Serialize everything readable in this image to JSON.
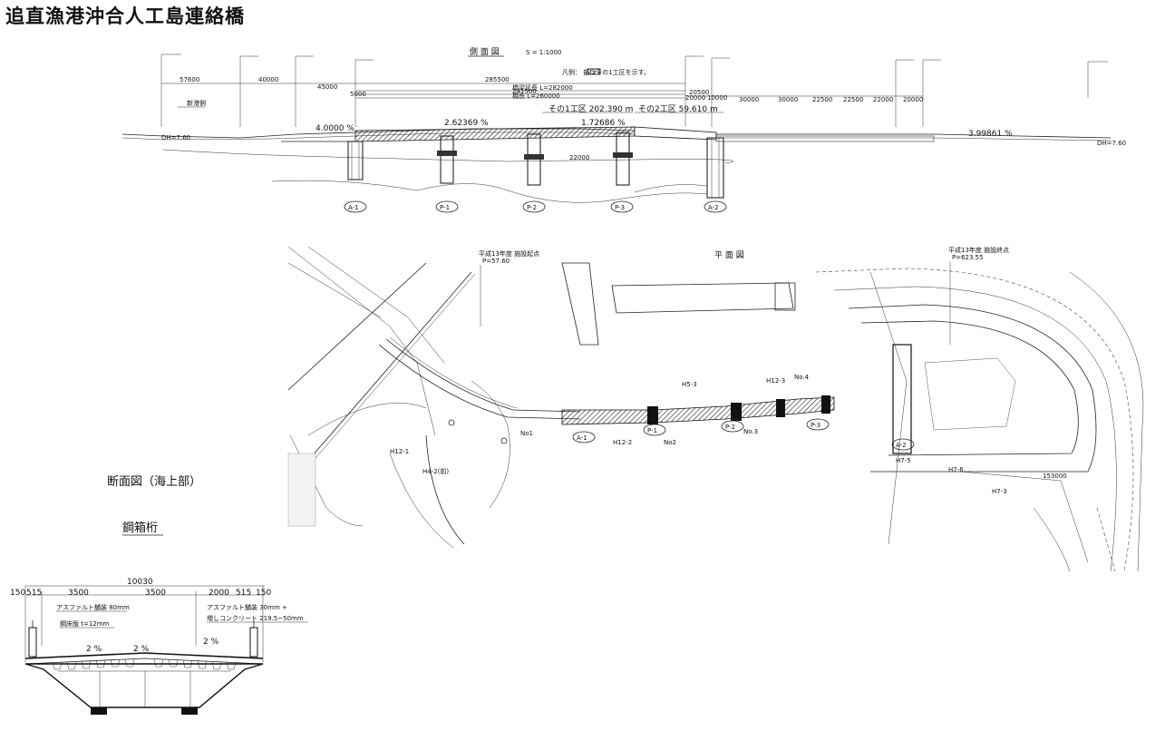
{
  "title": "追直漁港沖合人工島連絡橋",
  "side_view": {
    "heading": "側 面 図",
    "scale": "S = 1:1000",
    "legend": "凡例： 部はその1工区を示す。",
    "dims_top": [
      "57600",
      "40000",
      "45000",
      "285500",
      "20500",
      "30000",
      "30000",
      "22500",
      "22500",
      "22000",
      "20000"
    ],
    "dims_second": [
      "5000",
      "橋梁延長 L=282000",
      "241500",
      "橋長 L=260000",
      "20000",
      "10000"
    ],
    "section_1": "その1工区 202.390 m",
    "section_2": "その2工区 59.610 m",
    "grades": [
      "4.0000 %",
      "2.62369 %",
      "1.72686 %",
      "3.99861 %"
    ],
    "left_label": "新港側",
    "dh_left": "DH=7.60",
    "dh_right": "DH=7.60",
    "span_label": "22000",
    "piers": [
      "A-1",
      "P-1",
      "P-2",
      "P-3",
      "A-2"
    ]
  },
  "plan_view": {
    "heading": "平 面 図",
    "pier_labels": [
      "A-1",
      "P-1",
      "P-2",
      "P-3",
      "A-2"
    ],
    "start_point": "平成13年度 施設起点",
    "end_point": "平成13年度 施設終点",
    "start_sp": "P=57.60",
    "end_sp": "P=623.55",
    "boreholes": [
      "H12-1",
      "H4-2(前)",
      "No1",
      "H12-2",
      "No2",
      "H5-3",
      "No.3",
      "H12-3",
      "No.4",
      "H7-5",
      "H7-6",
      "H7-3"
    ],
    "section_note": "153000"
  },
  "section_view": {
    "heading": "断面図（海上部）",
    "subheading": "鋼箱桁",
    "total_width": "10030",
    "dims": [
      "150",
      "515",
      "3500",
      "3500",
      "2000",
      "515",
      "150"
    ],
    "asphalt_left": "アスファルト舗装 80mm",
    "deck": "鋼床版 t=12mm",
    "asphalt_right": "アスファルト舗装 30mm +",
    "concrete": "増しコンクリート 219.5~50mm",
    "slope_1": "2 %",
    "slope_2": "2 %",
    "slope_3": "2 %"
  }
}
